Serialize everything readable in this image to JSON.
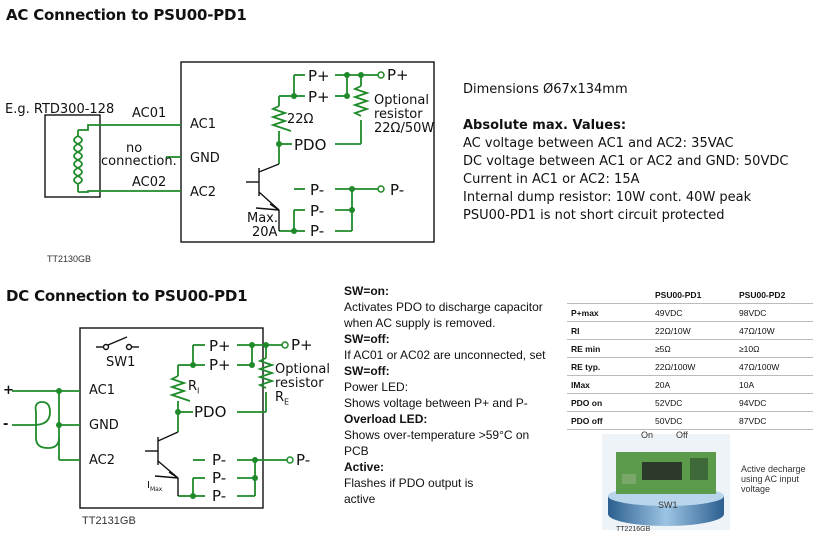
{
  "section1": {
    "title": "AC Connection to PSU00-PD1",
    "source_label": "E.g. RTD300-128",
    "ac01": "AC01",
    "ac02": "AC02",
    "no_conn_1": "no",
    "no_conn_2": "connection.",
    "pin_ac1": "AC1",
    "pin_gnd": "GND",
    "pin_ac2": "AC2",
    "pin_pplus_1": "P+",
    "pin_pplus_2": "P+",
    "pin_pdo": "PDO",
    "pin_pminus_1": "P-",
    "pin_pminus_2": "P-",
    "pin_pminus_3": "P-",
    "out_pplus": "P+",
    "out_pminus": "P-",
    "r_label": "22Ω",
    "opt_1": "Optional",
    "opt_2": "resistor",
    "opt_3": "22Ω/50W",
    "max_1": "Max.",
    "max_2": "20A",
    "ref": "TT2130GB"
  },
  "specs": {
    "dimensions": "Dimensions Ø67x134mm",
    "heading": "Absolute max. Values:",
    "lines": [
      "AC voltage between AC1 and AC2: 35VAC",
      "DC voltage between AC1 or AC2 and GND: 50VDC",
      "Current in AC1 or AC2: 15A",
      "Internal dump resistor: 10W cont. 40W peak",
      "PSU00-PD1 is not short circuit protected"
    ]
  },
  "section2": {
    "title": "DC Connection to PSU00-PD1",
    "sw1": "SW1",
    "plus": "+",
    "minus": "-",
    "pin_ac1": "AC1",
    "pin_gnd": "GND",
    "pin_ac2": "AC2",
    "pin_pplus_1": "P+",
    "pin_pplus_2": "P+",
    "pin_pdo": "PDO",
    "pin_pminus_1": "P-",
    "pin_pminus_2": "P-",
    "pin_pminus_3": "P-",
    "out_pplus": "P+",
    "out_pminus": "P-",
    "ri": "R",
    "ri_sub": "I",
    "opt_1": "Optional",
    "opt_2": "resistor",
    "opt_3": "R",
    "opt_3_sub": "E",
    "imax": "I",
    "imax_sub": "Max",
    "ref": "TT2131GB"
  },
  "sw_notes": [
    {
      "head": "SW=on:",
      "lines": [
        "Activates PDO to discharge capacitor",
        "when AC supply is removed."
      ]
    },
    {
      "head": "SW=off:",
      "lines": [
        "If AC01 or AC02 are unconnected, set"
      ]
    },
    {
      "head": "SW=off:",
      "lines": [
        "Power LED:",
        "Shows voltage between P+ and P-"
      ]
    },
    {
      "head": "Overload LED:",
      "lines": [
        "Shows over-temperature >59°C on",
        "PCB"
      ]
    },
    {
      "head": "Active:",
      "lines": [
        "Flashes if PDO output is",
        "active"
      ]
    }
  ],
  "table": {
    "headers": [
      "",
      "PSU00-PD1",
      "PSU00-PD2"
    ],
    "rows": [
      [
        "P+max",
        "49VDC",
        "98VDC"
      ],
      [
        "RI",
        "22Ω/10W",
        "47Ω/10W"
      ],
      [
        "RE min",
        "≥5Ω",
        "≥10Ω"
      ],
      [
        "RE typ.",
        "22Ω/100W",
        "47Ω/100W"
      ],
      [
        "IMax",
        "20A",
        "10A"
      ],
      [
        "PDO on",
        "52VDC",
        "94VDC"
      ],
      [
        "PDO off",
        "50VDC",
        "87VDC"
      ]
    ]
  },
  "photo": {
    "on": "On",
    "off": "Off",
    "sw1": "SW1",
    "caption_1": "Active decharge",
    "caption_2": "using AC input",
    "caption_3": "voltage",
    "ref": "TT2216GB"
  },
  "colors": {
    "wire_green": "#1f8a2a",
    "wire_black": "#111111"
  }
}
